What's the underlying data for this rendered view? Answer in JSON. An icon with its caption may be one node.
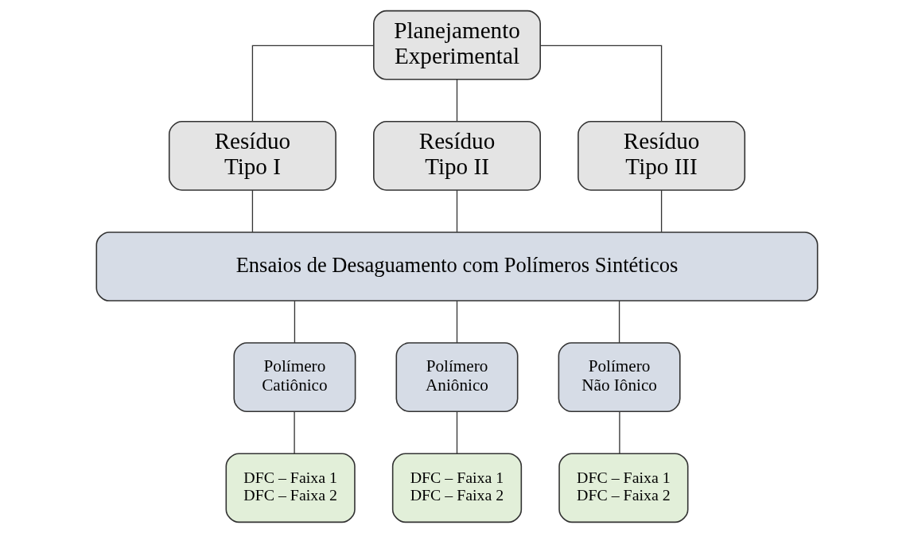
{
  "diagram": {
    "nodes": [
      {
        "text": [
          "Planejamento Experimental"
        ]
      },
      {
        "text": [
          "Resíduo Tipo I"
        ]
      },
      {
        "text": [
          "Resíduo Tipo II"
        ]
      },
      {
        "text": [
          "Resíduo Tipo III"
        ]
      },
      {
        "text": [
          "Ensaios de Desaguamento com Polímeros Sintéticos"
        ]
      },
      {
        "text": [
          "Polímero Catiônico"
        ]
      },
      {
        "text": [
          "Polímero Aniônico"
        ]
      },
      {
        "text": [
          "Polímero Não Iônico"
        ]
      },
      {
        "text": [
          "DFC – Faixa 1",
          "DFC – Faixa 2"
        ]
      },
      {
        "text": [
          "DFC – Faixa 1",
          "DFC – Faixa 2"
        ]
      },
      {
        "text": [
          "DFC – Faixa 1",
          "DFC – Faixa 2"
        ]
      }
    ],
    "edges": [
      {
        "from": 0,
        "to": 1,
        "arrow": "none"
      },
      {
        "from": 0,
        "to": 2,
        "arrow": "none"
      },
      {
        "from": 0,
        "to": 3,
        "arrow": "none"
      },
      {
        "from": 1,
        "to": 4,
        "arrow": "none"
      },
      {
        "from": 2,
        "to": 4,
        "arrow": "none"
      },
      {
        "from": 3,
        "to": 4,
        "arrow": "none"
      },
      {
        "from": 4,
        "to": 5,
        "arrow": "none"
      },
      {
        "from": 4,
        "to": 6,
        "arrow": "none"
      },
      {
        "from": 4,
        "to": 7,
        "arrow": "none"
      },
      {
        "from": 5,
        "to": 8,
        "arrow": "none"
      },
      {
        "from": 6,
        "to": 9,
        "arrow": "none"
      },
      {
        "from": 7,
        "to": 10,
        "arrow": "none"
      }
    ]
  }
}
